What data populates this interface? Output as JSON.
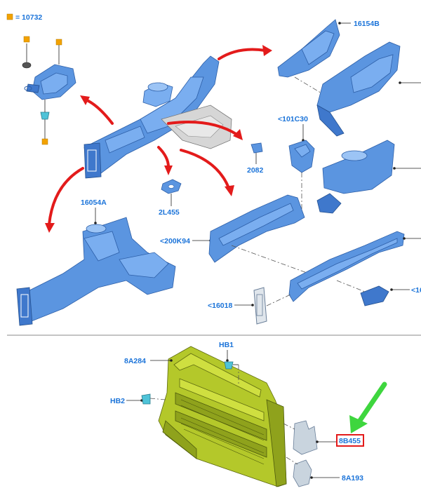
{
  "legend": {
    "marker_color": "#f3a200",
    "text": "= 10732"
  },
  "labels": {
    "p16154B": "16154B",
    "p101C30": "<101C30",
    "p2082": "2082",
    "p2L455": "2L455",
    "p16054A": "16054A",
    "p200K94": "<200K94",
    "p16018": "<16018",
    "p16_right": "<16",
    "p8A284": "8A284",
    "pHB1": "HB1",
    "pHB2": "HB2",
    "p8B455": "8B455",
    "p8A193": "8A193"
  },
  "colors": {
    "label": "#1a73d9",
    "part_blue": "#5b95e0",
    "part_yellow": "#b4c82a",
    "arrow_red": "#e31b1b",
    "arrow_green": "#3ed63e",
    "highlight_box": "#e31b1b"
  },
  "highlighted_part": "8B455",
  "icons": [
    "orange-square-marker",
    "red-curved-arrow",
    "green-pointer-arrow"
  ]
}
